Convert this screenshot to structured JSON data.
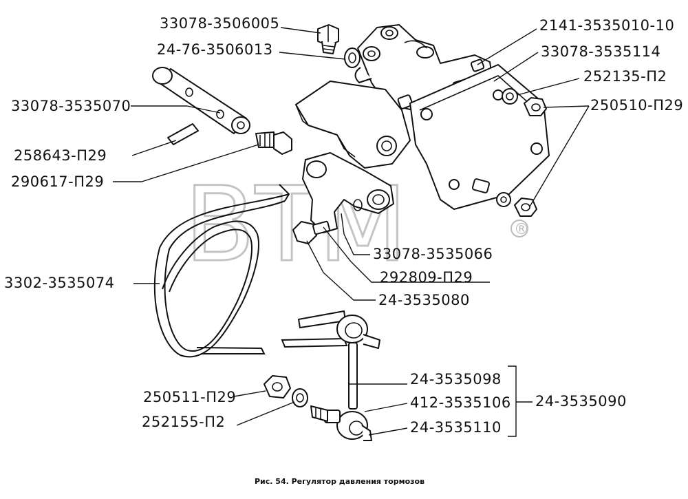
{
  "watermark": {
    "text": "BTM",
    "mark": "®"
  },
  "caption": "Рис. 54. Регулятор давления тормозов",
  "labels": {
    "p1": "33078-3506005",
    "p2": "24-76-3506013",
    "p3": "33078-3535070",
    "p4": "258643-П29",
    "p5": "290617-П29",
    "p6": "2141-3535010-10",
    "p7": "33078-3535114",
    "p8": "252135-П2",
    "p9": "250510-П29",
    "p10": "33078-3535066",
    "p11": "292809-П29",
    "p12": "24-3535080",
    "p13": "3302-3535074",
    "p14": "24-3535098",
    "p15": "412-3535106",
    "p16": "24-3535110",
    "p17": "24-3535090",
    "p18": "250511-П29",
    "p19": "252155-П2"
  }
}
